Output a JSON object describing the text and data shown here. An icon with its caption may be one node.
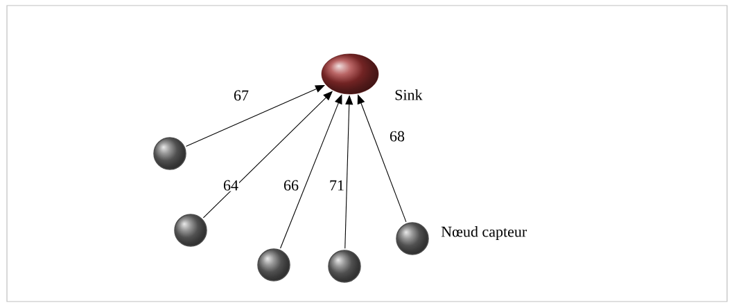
{
  "diagram": {
    "nodes": [
      {
        "text": [],
        "shape": "circle",
        "beside": [
          "Sink"
        ]
      },
      {
        "text": [],
        "shape": "circle"
      },
      {
        "text": [],
        "shape": "circle"
      },
      {
        "text": [],
        "shape": "circle"
      },
      {
        "text": [],
        "shape": "circle"
      },
      {
        "text": [],
        "shape": "circle",
        "beside": [
          "Nœud capteur"
        ]
      }
    ],
    "edges": [
      {
        "from": 1,
        "to": 0,
        "arrow": "to",
        "label": "67"
      },
      {
        "from": 2,
        "to": 0,
        "arrow": "to",
        "label": "64"
      },
      {
        "from": 3,
        "to": 0,
        "arrow": "to",
        "label": "66"
      },
      {
        "from": 4,
        "to": 0,
        "arrow": "to",
        "label": "71"
      },
      {
        "from": 5,
        "to": 0,
        "arrow": "to",
        "label": "68"
      }
    ]
  }
}
